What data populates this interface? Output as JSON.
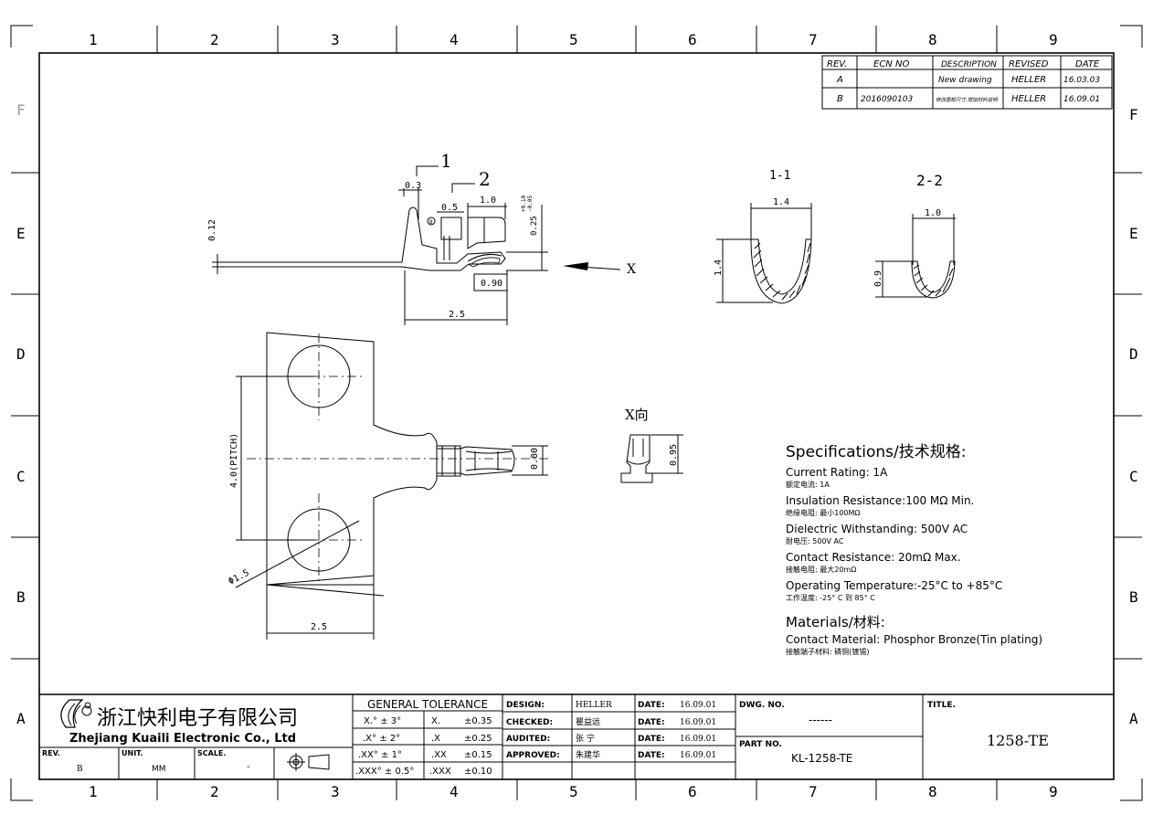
{
  "border": {
    "columns": [
      "1",
      "2",
      "3",
      "4",
      "5",
      "6",
      "7",
      "8",
      "9"
    ],
    "rows": [
      "F",
      "E",
      "D",
      "C",
      "B",
      "A"
    ]
  },
  "revisions": {
    "headers": [
      "REV.",
      "ECN NO",
      "DESCRIPTION",
      "REVISED",
      "DATE"
    ],
    "rows": [
      [
        "A",
        "",
        "New drawing",
        "HELLER",
        "16.03.03"
      ],
      [
        "B",
        "2016090103",
        "修改图框尺寸,增加材料说明",
        "HELLER",
        "16.09.01"
      ]
    ]
  },
  "views": {
    "section1": "1",
    "section2": "2",
    "label_1_1": "1-1",
    "label_2_2": "2-2",
    "arrow_x": "X",
    "view_x": "X向"
  },
  "dims": {
    "d012": "0.12",
    "d03": "0.3",
    "d05": "0.5",
    "d10": "1.0",
    "d025": "0.25",
    "d025_tol_up": "+0.10",
    "d025_tol_lo": "-0.05",
    "d090": "0.90",
    "d25a": "2.5",
    "d14w": "1.4",
    "d14h": "1.4",
    "d10b": "1.0",
    "d09": "0.9",
    "pitch": "4.0(PITCH)",
    "d080": "0.80",
    "d095": "0.95",
    "phi": "Φ1.5",
    "d25b": "2.5",
    "mark_b": "B"
  },
  "specs": {
    "heading": "Specifications/技术规格:",
    "items": [
      {
        "en": "Current Rating:  1A",
        "cn": "额定电流: 1A"
      },
      {
        "en": "Insulation Resistance:100 MΩ  Min.",
        "cn": "绝缘电阻: 最小100MΩ"
      },
      {
        "en": "Dielectric Withstanding:  500V AC",
        "cn": "耐电压: 500V AC"
      },
      {
        "en": "Contact Resistance:  20mΩ  Max.",
        "cn": "接触电阻: 最大20mΩ"
      },
      {
        "en": "Operating Temperature:-25°C to +85°C",
        "cn": "工作温度: -25° C 到 85° C"
      }
    ],
    "materials_heading": "Materials/材料:",
    "material_en": "Contact Material: Phosphor Bronze(Tin plating)",
    "material_cn": "接触端子材料: 磷铜(镀锡)"
  },
  "titleblock": {
    "company_cn": "浙江快利电子有限公司",
    "company_en": "Zhejiang Kuaili Electronic Co., Ltd",
    "rev_label": "REV.",
    "rev_value": "B",
    "unit_label": "UNIT.",
    "unit_value": "MM",
    "scale_label": "SCALE.",
    "scale_value": "-",
    "tol_heading": "GENERAL TOLERANCE",
    "tol_angle": [
      "X.° ± 3°",
      ".X° ± 2°",
      ".XX° ± 1°",
      ".XXX° ± 0.5°"
    ],
    "tol_lin_label": [
      "X.",
      ".X",
      ".XX",
      ".XXX"
    ],
    "tol_lin_value": [
      "±0.35",
      "±0.25",
      "±0.15",
      "±0.10"
    ],
    "roles": [
      "DESIGN:",
      "CHECKED:",
      "AUDITED:",
      "APPROVED:"
    ],
    "names": [
      "HELLER",
      "瞿益远",
      "张  宁",
      "朱建华"
    ],
    "date_label": "DATE:",
    "dates": [
      "16.09.01",
      "16.09.01",
      "16.09.01",
      "16.09.01"
    ],
    "dwg_label": "DWG. NO.",
    "dwg_value": "------",
    "part_label": "PART NO.",
    "part_value": "KL-1258-TE",
    "title_label": "TITLE.",
    "title_value": "1258-TE"
  }
}
